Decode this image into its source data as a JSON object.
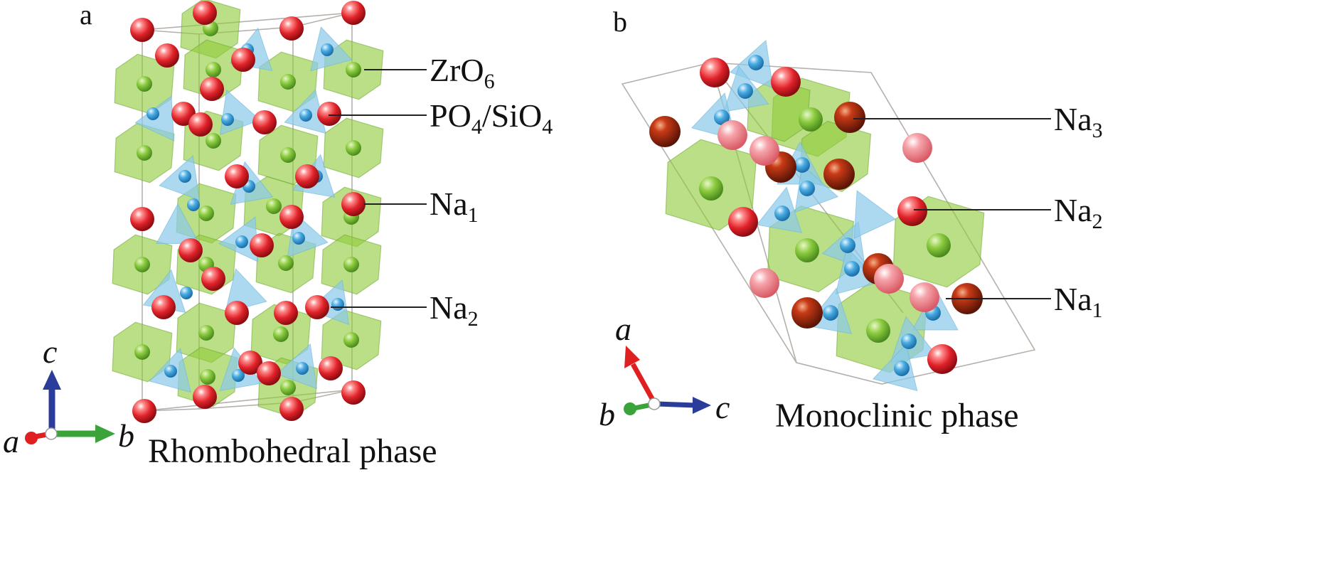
{
  "panel_a": {
    "letter": "a",
    "caption": "Rhombohedral phase",
    "labels": [
      {
        "base": "ZrO",
        "sub": "6",
        "tail": "",
        "sub2": ""
      },
      {
        "base": "PO",
        "sub": "4",
        "tail": "/SiO",
        "sub2": "4"
      },
      {
        "base": "Na",
        "sub": "1",
        "tail": "",
        "sub2": ""
      },
      {
        "base": "Na",
        "sub": "2",
        "tail": "",
        "sub2": ""
      }
    ],
    "axes": {
      "up": "c",
      "out": "a",
      "right": "b"
    }
  },
  "panel_b": {
    "letter": "b",
    "caption": "Monoclinic phase",
    "labels": [
      {
        "base": "Na",
        "sub": "3"
      },
      {
        "base": "Na",
        "sub": "2"
      },
      {
        "base": "Na",
        "sub": "1"
      }
    ],
    "axes": {
      "up": "a",
      "out": "b",
      "right": "c"
    }
  },
  "colors": {
    "sodium": "#e0222a",
    "sodium_dark": "#b0280e",
    "sodium_light": "#f08088",
    "zr_octahedron": "#8fcc3c",
    "zr_atom": "#7cc43a",
    "p_si_tetrahedron": "#8ccbea",
    "p_si_atom": "#3ea8e0",
    "axis_c": "#2b3d9a",
    "axis_b": "#3aa43a",
    "axis_a": "#e02020",
    "cell_edge": "#b5b0ab",
    "leader": "#222222"
  }
}
